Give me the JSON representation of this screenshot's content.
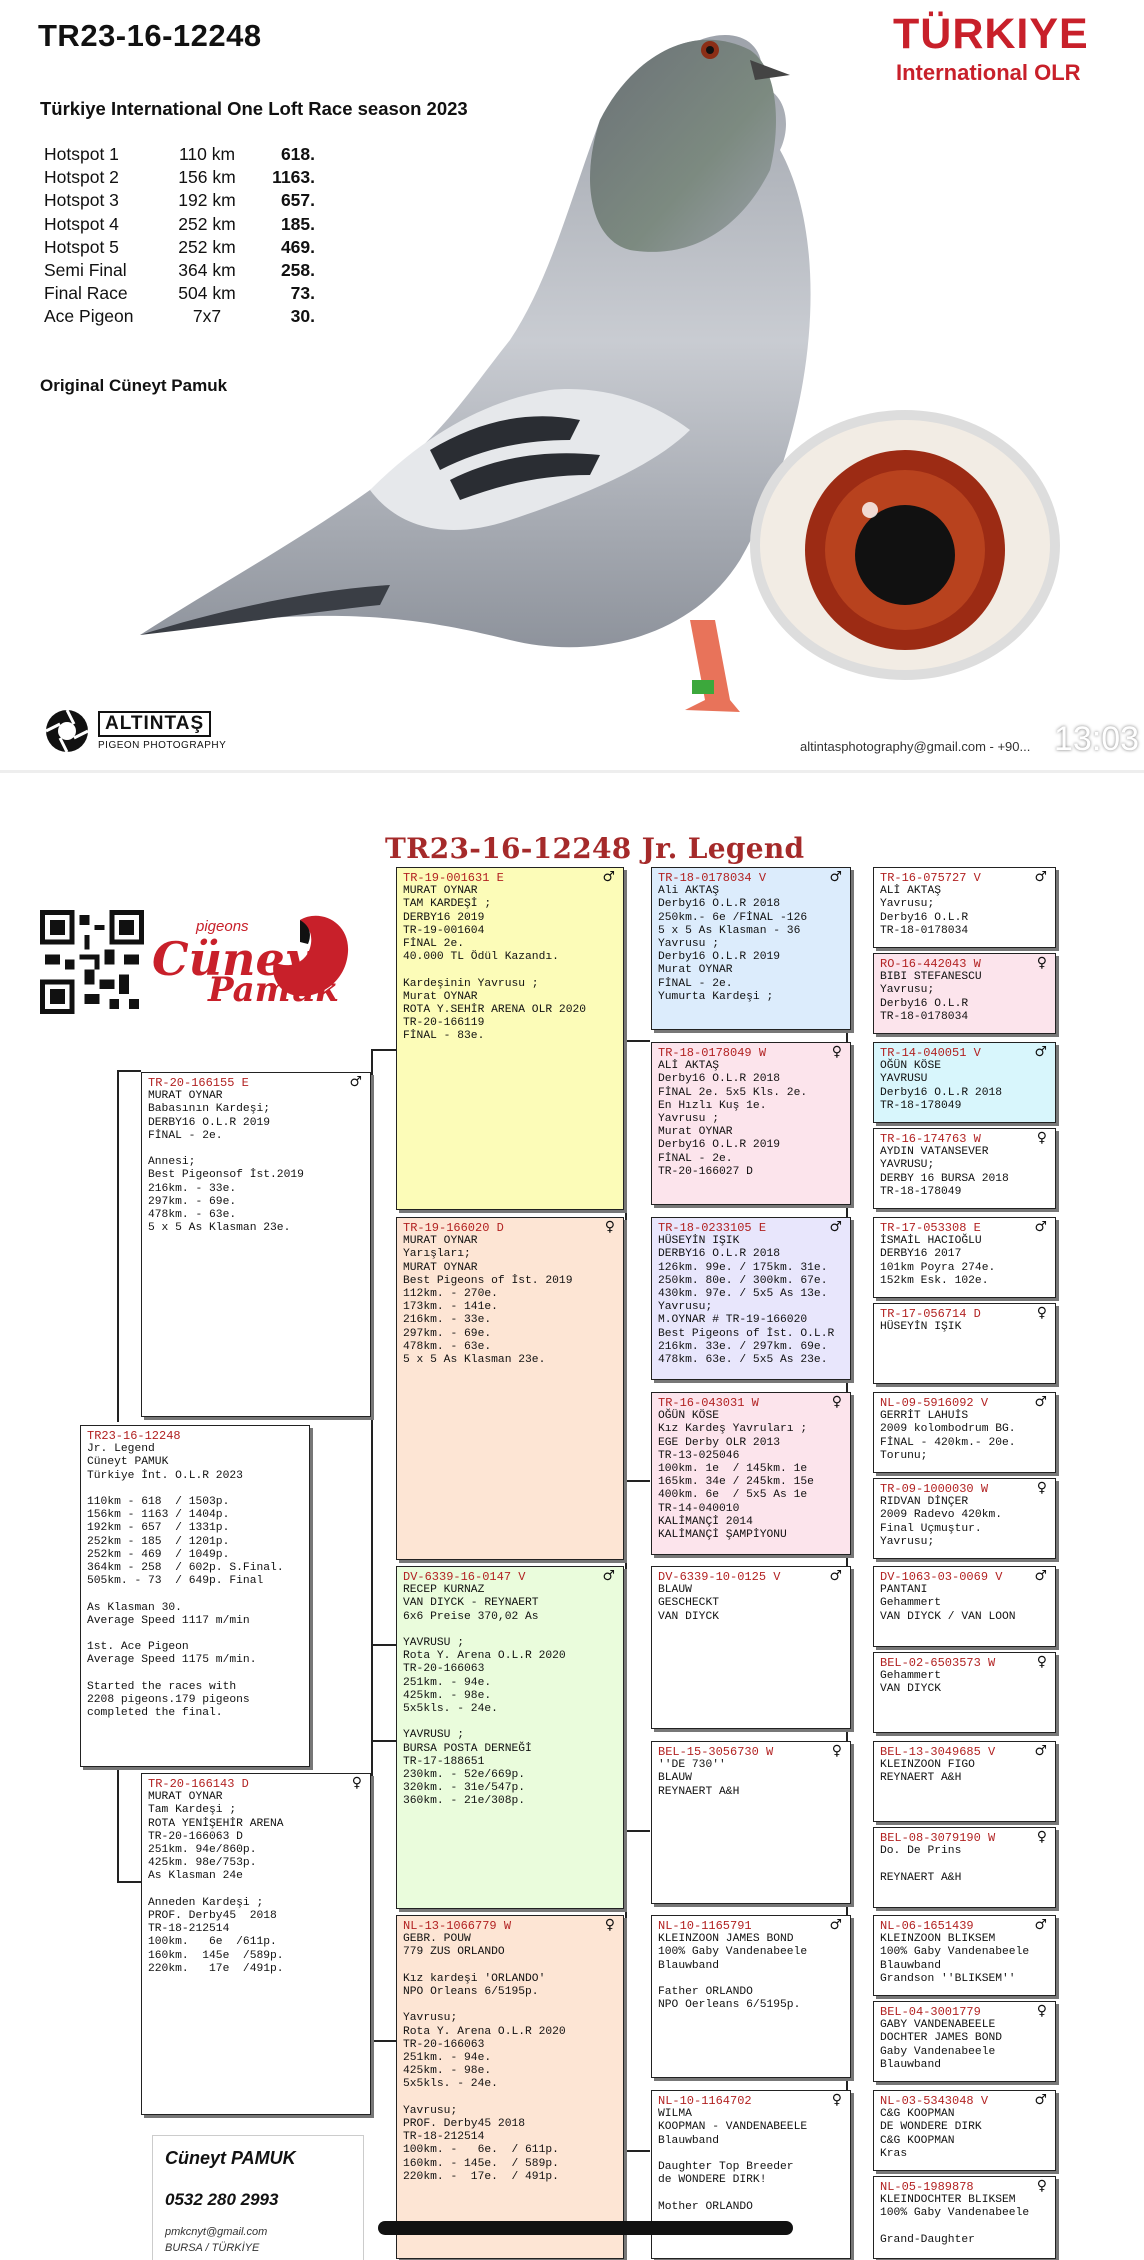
{
  "top": {
    "ring_number": "TR23-16-12248",
    "season_title": "Türkiye International One Loft Race season 2023",
    "results": [
      {
        "race": "Hotspot 1",
        "distance": "110 km",
        "place": "618."
      },
      {
        "race": "Hotspot 2",
        "distance": "156 km",
        "place": "1163."
      },
      {
        "race": "Hotspot 3",
        "distance": "192 km",
        "place": "657."
      },
      {
        "race": "Hotspot 4",
        "distance": "252 km",
        "place": "185."
      },
      {
        "race": "Hotspot 5",
        "distance": "252 km",
        "place": "469."
      },
      {
        "race": "Semi Final",
        "distance": "364 km",
        "place": "258."
      },
      {
        "race": "Final Race",
        "distance": "504 km",
        "place": "73."
      },
      {
        "race": "Ace Pigeon",
        "distance": "7x7",
        "place": "30."
      }
    ],
    "original": "Original Cüneyt Pamuk",
    "brand_line1": "TÜRKIYE",
    "brand_line2": "International OLR",
    "photographer": "ALTINTAŞ",
    "photographer_sub": "PIGEON PHOTOGRAPHY",
    "email": "altintasphotography@gmail.com - +90...",
    "clock": "13:03"
  },
  "pedigree": {
    "title": "TR23-16-12248 Jr. Legend",
    "logo_small": "pigeons",
    "logo_line1": "Cüneyt",
    "logo_line2": "Pamuk",
    "contact": {
      "name": "Cüneyt PAMUK",
      "phone": "0532 280 2993",
      "email": "pmkcnyt@gmail.com",
      "address": "BURSA / TÜRKİYE"
    },
    "cards": {
      "subject": {
        "ring": "TR23-16-12248",
        "owner": "Jr. Legend\nCüneyt PAMUK",
        "body": "Türkiye İnt. O.L.R 2023\n\n110km - 618  / 1503p.\n156km - 1163 / 1404p.\n192km - 657  / 1331p.\n252km - 185  / 1201p.\n252km - 469  / 1049p.\n364km - 258  / 602p. S.Final.\n505km. - 73  / 649p. Final\n\nAs Klasman 30.\nAverage Speed 1117 m/min\n\n1st. Ace Pigeon\nAverage Speed 1175 m/min.\n\nStarted the races with\n2208 pigeons.179 pigeons\ncompleted the final.",
        "sex": ""
      },
      "sire_sib": {
        "ring": "TR-20-166155 E",
        "owner": "MURAT OYNAR",
        "body": "Babasının Kardeşi;\nDERBY16 O.L.R 2019\nFİNAL - 2e.\n\nAnnesi;\nBest Pigeonsof İst.2019\n216km. - 33e.\n297km. - 69e.\n478km. - 63e.\n5 x 5 As Klasman 23e.",
        "sex": "♂"
      },
      "dam_sib": {
        "ring": "TR-20-166143 D",
        "owner": "MURAT OYNAR",
        "body": "Tam Kardeşi ;\nROTA YENİŞEHİR ARENA\nTR-20-166063 D\n251km. 94e/860p.\n425km. 98e/753p.\nAs Klasman 24e\n\nAnneden Kardeşi ;\nPROF. Derby45  2018\nTR-18-212514\n100km.   6e  /611p.\n160km.  145e  /589p.\n220km.   17e  /491p.",
        "sex": "♀"
      },
      "sire": {
        "ring": "TR-19-001631 E",
        "owner": "MURAT OYNAR",
        "body": "TAM KARDEŞİ ;\nDERBY16 2019\nTR-19-001604\nFİNAL 2e.\n40.000 TL Ödül Kazandı.\n\nKardeşinin Yavrusu ;\nMurat OYNAR\nROTA Y.SEHİR ARENA OLR 2020\nTR-20-166119\nFİNAL - 83e.",
        "sex": "♂"
      },
      "sire_dam": {
        "ring": "TR-19-166020 D",
        "owner": "MURAT OYNAR",
        "body": "Yarışları;\nMURAT OYNAR\nBest Pigeons of İst. 2019\n112km. - 270e.\n173km. - 141e.\n216km. - 33e.\n297km. - 69e.\n478km. - 63e.\n5 x 5 As Klasman 23e.",
        "sex": "♀"
      },
      "dam_sire": {
        "ring": "DV-6339-16-0147 V",
        "owner": "RECEP KURNAZ\nVAN DIYCK - REYNAERT",
        "body": "6x6 Preise 370,02 As\n\nYAVRUSU ;\nRota Y. Arena O.L.R 2020\nTR-20-166063\n251km. - 94e.\n425km. - 98e.\n5x5kls. - 24e.\n\nYAVRUSU ;\nBURSA POSTA DERNEĞİ\nTR-17-188651\n230km. - 52e/669p.\n320km. - 31e/547p.\n360km. - 21e/308p.",
        "sex": "♂"
      },
      "dam_dam": {
        "ring": "NL-13-1066779 W",
        "owner": "GEBR. POUW",
        "body": "779 ZUS ORLANDO\n\nKız kardeşi 'ORLANDO'\nNPO Orleans 6/5195p.\n\nYavrusu;\nRota Y. Arena O.L.R 2020\nTR-20-166063\n251km. - 94e.\n425km. - 98e.\n5x5kls. - 24e.\n\nYavrusu;\nPROF. Derby45 2018\nTR-18-212514\n100km. -   6e.  / 611p.\n160km. - 145e.  / 589p.\n220km. -  17e.  / 491p.",
        "sex": "♀"
      },
      "g1": {
        "ring": "TR-18-0178034 V",
        "owner": "Ali AKTAŞ",
        "body": "Derby16 O.L.R 2018\n250km.- 6e /FİNAL -126\n5 x 5 As Klasman - 36\nYavrusu ;\nDerby16 O.L.R 2019\nMurat OYNAR\nFİNAL - 2e.\nYumurta Kardeşi ;",
        "sex": "♂"
      },
      "g2": {
        "ring": "TR-18-0178049 W",
        "owner": "ALİ AKTAŞ",
        "body": "Derby16 O.L.R 2018\nFİNAL 2e. 5x5 Kls. 2e.\nEn Hızlı Kuş 1e.\nYavrusu ;\nMurat OYNAR\nDerby16 O.L.R 2019\nFİNAL - 2e.\nTR-20-166027 D",
        "sex": "♀"
      },
      "g3": {
        "ring": "TR-18-0233105 E",
        "owner": "HÜSEYİN IŞIK",
        "body": "DERBY16 O.L.R 2018\n126km. 99e. / 175km. 31e.\n250km. 80e. / 300km. 67e.\n430km. 97e. / 5x5 As 13e.\nYavrusu;\nM.OYNAR # TR-19-166020\nBest Pigeons of İst. O.L.R\n216km. 33e. / 297km. 69e.\n478km. 63e. / 5x5 As 23e.",
        "sex": "♂"
      },
      "g4": {
        "ring": "TR-16-043031 W",
        "owner": "OĞÜN KÖSE",
        "body": "Kız Kardeş Yavruları ;\nEGE Derby OLR 2013\nTR-13-025046\n100km. 1e  / 145km. 1e\n165km. 34e / 245km. 15e\n400km. 6e  / 5x5 As 1e\nTR-14-040010\nKALİMANÇİ 2014\nKALİMANÇİ ŞAMPİYONU",
        "sex": "♀"
      },
      "g5": {
        "ring": "DV-6339-10-0125 V",
        "owner": "",
        "body": "BLAUW\nGESCHECKT\nVAN DIYCK",
        "sex": "♂"
      },
      "g6": {
        "ring": "BEL-15-3056730 W",
        "owner": "",
        "body": "''DE 730''\nBLAUW\nREYNAERT A&H",
        "sex": "♀"
      },
      "g7": {
        "ring": "NL-10-1165791",
        "owner": "",
        "body": "KLEINZOON JAMES BOND\n100% Gaby Vandenabeele\nBlauwband\n\nFather ORLANDO\nNPO Oerleans 6/5195p.",
        "sex": "♂"
      },
      "g8": {
        "ring": "NL-10-1164702",
        "owner": "WILMA",
        "body": "KOOPMAN - VANDENABEELE\nBlauwband\n\nDaughter Top Breeder\nde WONDERE DIRK!\n\nMother ORLANDO",
        "sex": "♀"
      },
      "h1": {
        "ring": "TR-16-075727 V",
        "owner": "ALİ AKTAŞ",
        "body": "Yavrusu;\nDerby16 O.L.R\nTR-18-0178034",
        "sex": "♂"
      },
      "h2": {
        "ring": "RO-16-442043 W",
        "owner": "BIBI STEFANESCU",
        "body": "Yavrusu;\nDerby16 O.L.R\nTR-18-0178034",
        "sex": "♀"
      },
      "h3": {
        "ring": "TR-14-040051 V",
        "owner": "OĞÜN KÖSE",
        "body": "YAVRUSU\nDerby16 O.L.R 2018\nTR-18-178049",
        "sex": "♂"
      },
      "h4": {
        "ring": "TR-16-174763 W",
        "owner": "AYDIN VATANSEVER",
        "body": "YAVRUSU;\nDERBY 16 BURSA 2018\nTR-18-178049",
        "sex": "♀"
      },
      "h5": {
        "ring": "TR-17-053308 E",
        "owner": "İSMAİL HACIOĞLU",
        "body": "DERBY16 2017\n101km Poyra 274e.\n152km Esk. 102e.",
        "sex": "♂"
      },
      "h6": {
        "ring": "TR-17-056714 D",
        "owner": "HÜSEYİN IŞIK",
        "body": "",
        "sex": "♀"
      },
      "h7": {
        "ring": "NL-09-5916092 V",
        "owner": "GERRİT LAHUİS",
        "body": "2009 kolombodrum BG.\nFİNAL - 420km.- 20e.\nTorunu;",
        "sex": "♂"
      },
      "h8": {
        "ring": "TR-09-1000030 W",
        "owner": "RIDVAN DİNÇER",
        "body": "2009 Radevo 420km.\nFinal Uçmuştur.\nYavrusu;",
        "sex": "♀"
      },
      "h9": {
        "ring": "DV-1063-03-0069 V",
        "owner": "",
        "body": "PANTANI\nGehammert\nVAN DIYCK / VAN LOON",
        "sex": "♂"
      },
      "h10": {
        "ring": "BEL-02-6503573 W",
        "owner": "",
        "body": "Gehammert\nVAN DIYCK",
        "sex": "♀"
      },
      "h11": {
        "ring": "BEL-13-3049685 V",
        "owner": "",
        "body": "KLEINZOON FIGO\nREYNAERT A&H",
        "sex": "♂"
      },
      "h12": {
        "ring": "BEL-08-3079190 W",
        "owner": "",
        "body": "Do. De Prins\n\nREYNAERT A&H",
        "sex": "♀"
      },
      "h13": {
        "ring": "NL-06-1651439",
        "owner": "",
        "body": "KLEINZOON BLIKSEM\n100% Gaby Vandenabeele\nBlauwband\nGrandson ''BLIKSEM''",
        "sex": "♂"
      },
      "h14": {
        "ring": "BEL-04-3001779",
        "owner": "GABY VANDENABEELE",
        "body": "DOCHTER JAMES BOND\nGaby Vandenabeele\nBlauwband",
        "sex": "♀"
      },
      "h15": {
        "ring": "NL-03-5343048 V",
        "owner": "C&G KOOPMAN",
        "body": "DE WONDERE DIRK\nC&G KOOPMAN\nKras",
        "sex": "♂"
      },
      "h16": {
        "ring": "NL-05-1989878",
        "owner": "",
        "body": "KLEINDOCHTER BLIKSEM\n100% Gaby Vandenabeele\n\nGrand-Daughter",
        "sex": "♀"
      }
    }
  },
  "colors": {
    "brand_red": "#c8202a",
    "ring_red": "#b22222",
    "owner_blue": "#2233aa"
  }
}
